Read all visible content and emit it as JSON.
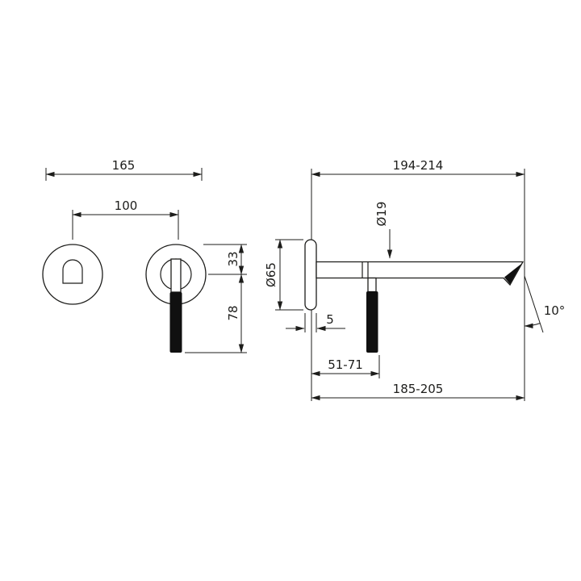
{
  "drawing": {
    "ink_color": "#1d1d1b",
    "background_color": "#ffffff"
  },
  "front_view": {
    "dims": {
      "overall_width": "165",
      "centers_distance": "100",
      "axis_to_top": "33",
      "axis_to_handle_end": "78"
    }
  },
  "side_view": {
    "dims": {
      "overall_reach": "194-214",
      "spout_diameter": "Ø19",
      "plate_diameter": "Ø65",
      "plate_thickness": "5",
      "stream_angle": "10°",
      "handle_reach": "51-71",
      "spout_reach": "185-205"
    }
  }
}
